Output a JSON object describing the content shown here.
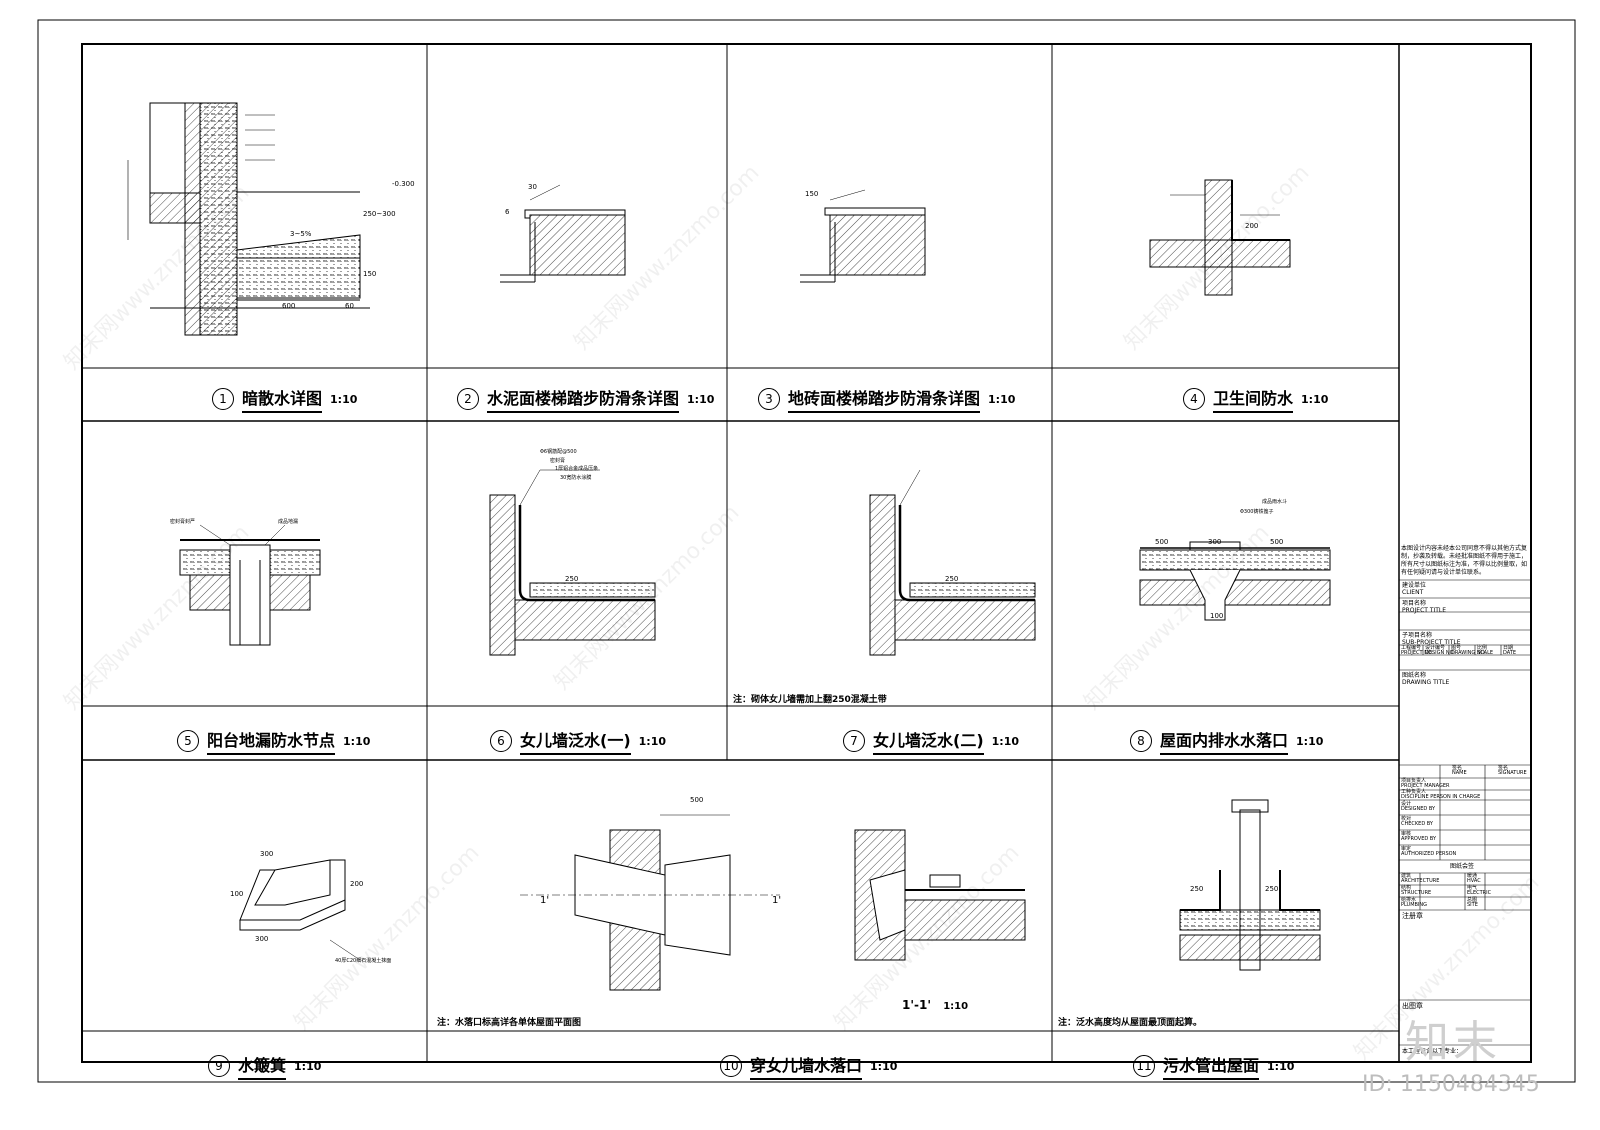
{
  "details": [
    {
      "num": "1",
      "name": "暗散水详图",
      "scale": "1:10"
    },
    {
      "num": "2",
      "name": "水泥面楼梯踏步防滑条详图",
      "scale": "1:10"
    },
    {
      "num": "3",
      "name": "地砖面楼梯踏步防滑条详图",
      "scale": "1:10"
    },
    {
      "num": "4",
      "name": "卫生间防水",
      "scale": "1:10"
    },
    {
      "num": "5",
      "name": "阳台地漏防水节点",
      "scale": "1:10"
    },
    {
      "num": "6",
      "name": "女儿墙泛水(一)",
      "scale": "1:10"
    },
    {
      "num": "7",
      "name": "女儿墙泛水(二)",
      "scale": "1:10"
    },
    {
      "num": "8",
      "name": "屋面内排水水落口",
      "scale": "1:10"
    },
    {
      "num": "9",
      "name": "水簸箕",
      "scale": "1:10"
    },
    {
      "num": "10",
      "name": "穿女儿墙水落口",
      "scale": "1:10"
    },
    {
      "num": "11",
      "name": "污水管出屋面",
      "scale": "1:10"
    }
  ],
  "notes": {
    "note7": "注：砌体女儿墙需加上翻250混凝土带",
    "note10": "注：水落口标高详各单体屋面平面图",
    "note11": "注：泛水高度均从屋面最顶面起算。",
    "section": "1'-1'",
    "section_scale": "1:10"
  },
  "dims": {
    "d1_600": "600",
    "d1_60": "60",
    "d1_150": "150",
    "d1_250": "250~300",
    "d1_300": "-0.300",
    "d1_slope": "3~5%",
    "d2_30": "30",
    "d2_6": "6",
    "d3_150": "150",
    "d4_200": "200",
    "d6_250": "250",
    "d7_250": "250",
    "d8_500a": "500",
    "d8_300": "300",
    "d8_500b": "500",
    "d8_100": "100",
    "d9_300a": "300",
    "d9_300b": "300",
    "d9_200": "200",
    "d9_100": "100",
    "d10_500": "500",
    "d10_1": "1'",
    "d10_1b": "1'",
    "d11_250a": "250",
    "d11_250b": "250"
  },
  "labels": {
    "l5a": "密封膏封严",
    "l5b": "成品地漏",
    "l6a": "Φ6钢筋配@500",
    "l6b": "密封膏",
    "l6c": "1厚铝合金成品压条",
    "l6d": "30宽防水涂膜",
    "l8a": "成品雨水斗",
    "l8b": "Φ300铸铁篦子",
    "l9": "40厚C20细石混凝土抹面"
  },
  "titleblock": {
    "note": "本图设计内容未经本公司同意不得以其他方式复制，抄袭及转载。未经批准图纸不得用于施工，所有尺寸以图纸标注为准，不得以比例量取，如有任何疑问请与设计单位联系。",
    "client": "建设单位",
    "client_en": "CLIENT",
    "project": "项目名称",
    "project_en": "PROJECT TITLE",
    "subproject": "子项目名称",
    "subproject_en": "SUB-PROJECT TITLE",
    "col1": "工程编号",
    "col1_en": "PROJECT NO.",
    "col2": "设计编号",
    "col2_en": "DESIGN NO.",
    "col3": "图号",
    "col3_en": "DRAWING NO.",
    "col4": "比例",
    "col4_en": "SCALE",
    "col5": "日期",
    "col5_en": "DATE",
    "drawing": "图纸名称",
    "drawing_en": "DRAWING TITLE",
    "sig_head1": "签名",
    "sig_head1_en": "NAME",
    "sig_head2": "签名",
    "sig_head2_en": "SIGNATURE",
    "role1": "项目负责人",
    "role1_en": "PROJECT MANAGER",
    "role2": "工种负责人",
    "role2_en": "DISCIPLINE PERSON IN CHARGE",
    "role3": "设计",
    "role3_en": "DESIGNED BY",
    "role4": "校对",
    "role4_en": "CHECKED BY",
    "role5": "审核",
    "role5_en": "APPROVED BY",
    "role6": "审定",
    "role6_en": "AUTHORIZED PERSON",
    "cosign": "图纸会签",
    "spec1": "建筑",
    "spec1_en": "ARCHITECTURE",
    "spec2": "暖通",
    "spec2_en": "HVAC",
    "spec3": "结构",
    "spec3_en": "STRUCTURE",
    "spec4": "电气",
    "spec4_en": "ELECTRIC",
    "spec5": "给排水",
    "spec5_en": "PLUMBING",
    "spec6": "总图",
    "spec6_en": "SITE",
    "remarks": "注册章",
    "stamp": "出图章",
    "footer": "本工程包含以下专业："
  },
  "branding": {
    "logo": "知末",
    "id": "ID: 1150484345",
    "watermark": "知末网www.znzmo.com"
  }
}
